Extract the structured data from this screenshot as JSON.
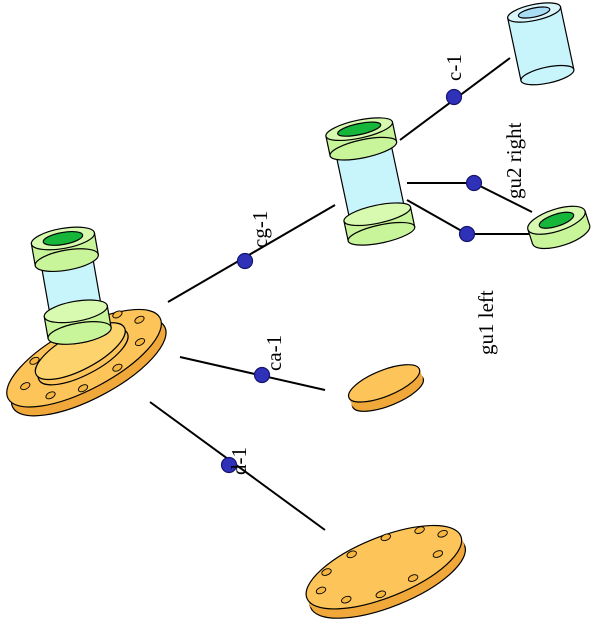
{
  "labels": {
    "cg": "cg-1",
    "ca": "ca-1",
    "d": "d-1",
    "c": "c-1",
    "gu1": "gu1 left",
    "gu2": "gu2 right"
  },
  "colors": {
    "flange_orange": "#fdc45a",
    "flange_shadow": "#f0a83a",
    "tube_light_cyan": "#c8f4fb",
    "ring_light_green": "#c9f59a",
    "ring_inner_green": "#16b63a",
    "node_blue": "#2f32b9",
    "light_blue_cap": "#a9ddf5"
  }
}
